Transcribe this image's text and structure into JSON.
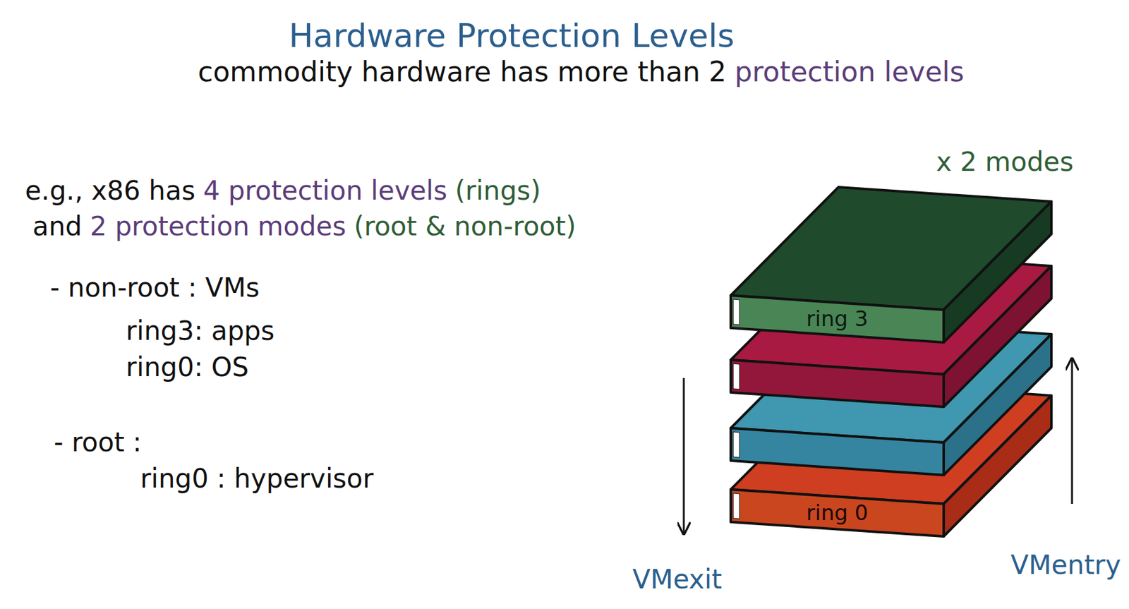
{
  "diagram": {
    "title": "Hardware Protection Levels",
    "nodes": [
      {
        "text": [
          "ring 3"
        ]
      },
      {
        "text": [
          "ring 0"
        ]
      }
    ],
    "labels": [
      "commodity hardware has more than 2",
      "protection levels",
      "x 2 modes",
      "e.g., x86 has",
      "4 protection levels",
      "(rings)",
      "and",
      "2 protection modes",
      "(root & non-root)",
      "- non-root : VMs",
      "ring3: apps",
      "ring0: OS",
      "- root :",
      "ring0 : hypervisor",
      "VMexit",
      "VMentry"
    ]
  }
}
